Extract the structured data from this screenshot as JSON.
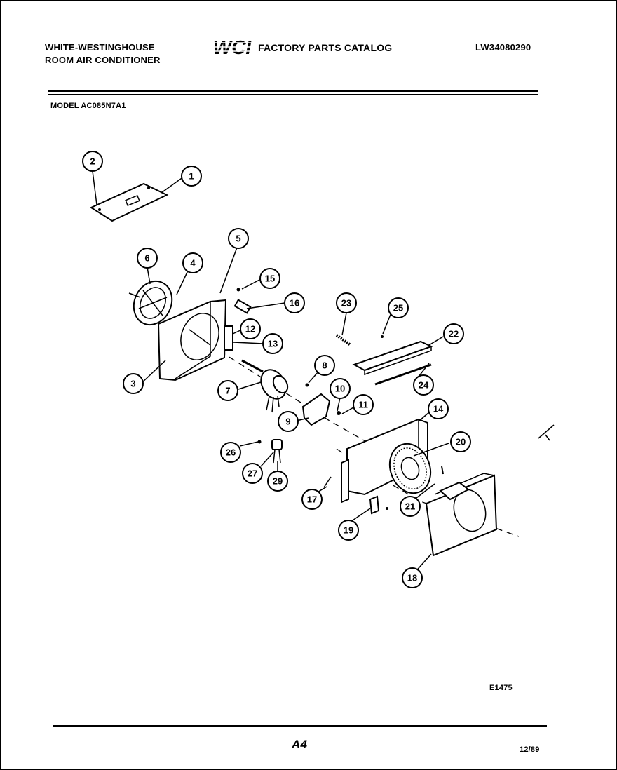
{
  "header": {
    "brand_line1": "WHITE-WESTINGHOUSE",
    "brand_line2": "ROOM AIR CONDITIONER",
    "logo_text": "WCI",
    "catalog_title": "FACTORY PARTS CATALOG",
    "doc_number": "LW34080290"
  },
  "model": "MODEL AC085N7A1",
  "diagram": {
    "callouts": [
      "1",
      "2",
      "3",
      "4",
      "5",
      "6",
      "7",
      "8",
      "9",
      "10",
      "11",
      "12",
      "13",
      "14",
      "15",
      "16",
      "17",
      "18",
      "19",
      "20",
      "21",
      "22",
      "23",
      "24",
      "25",
      "26",
      "27",
      "29"
    ]
  },
  "footer": {
    "code": "E1475",
    "page": "A4",
    "date": "12/89"
  }
}
